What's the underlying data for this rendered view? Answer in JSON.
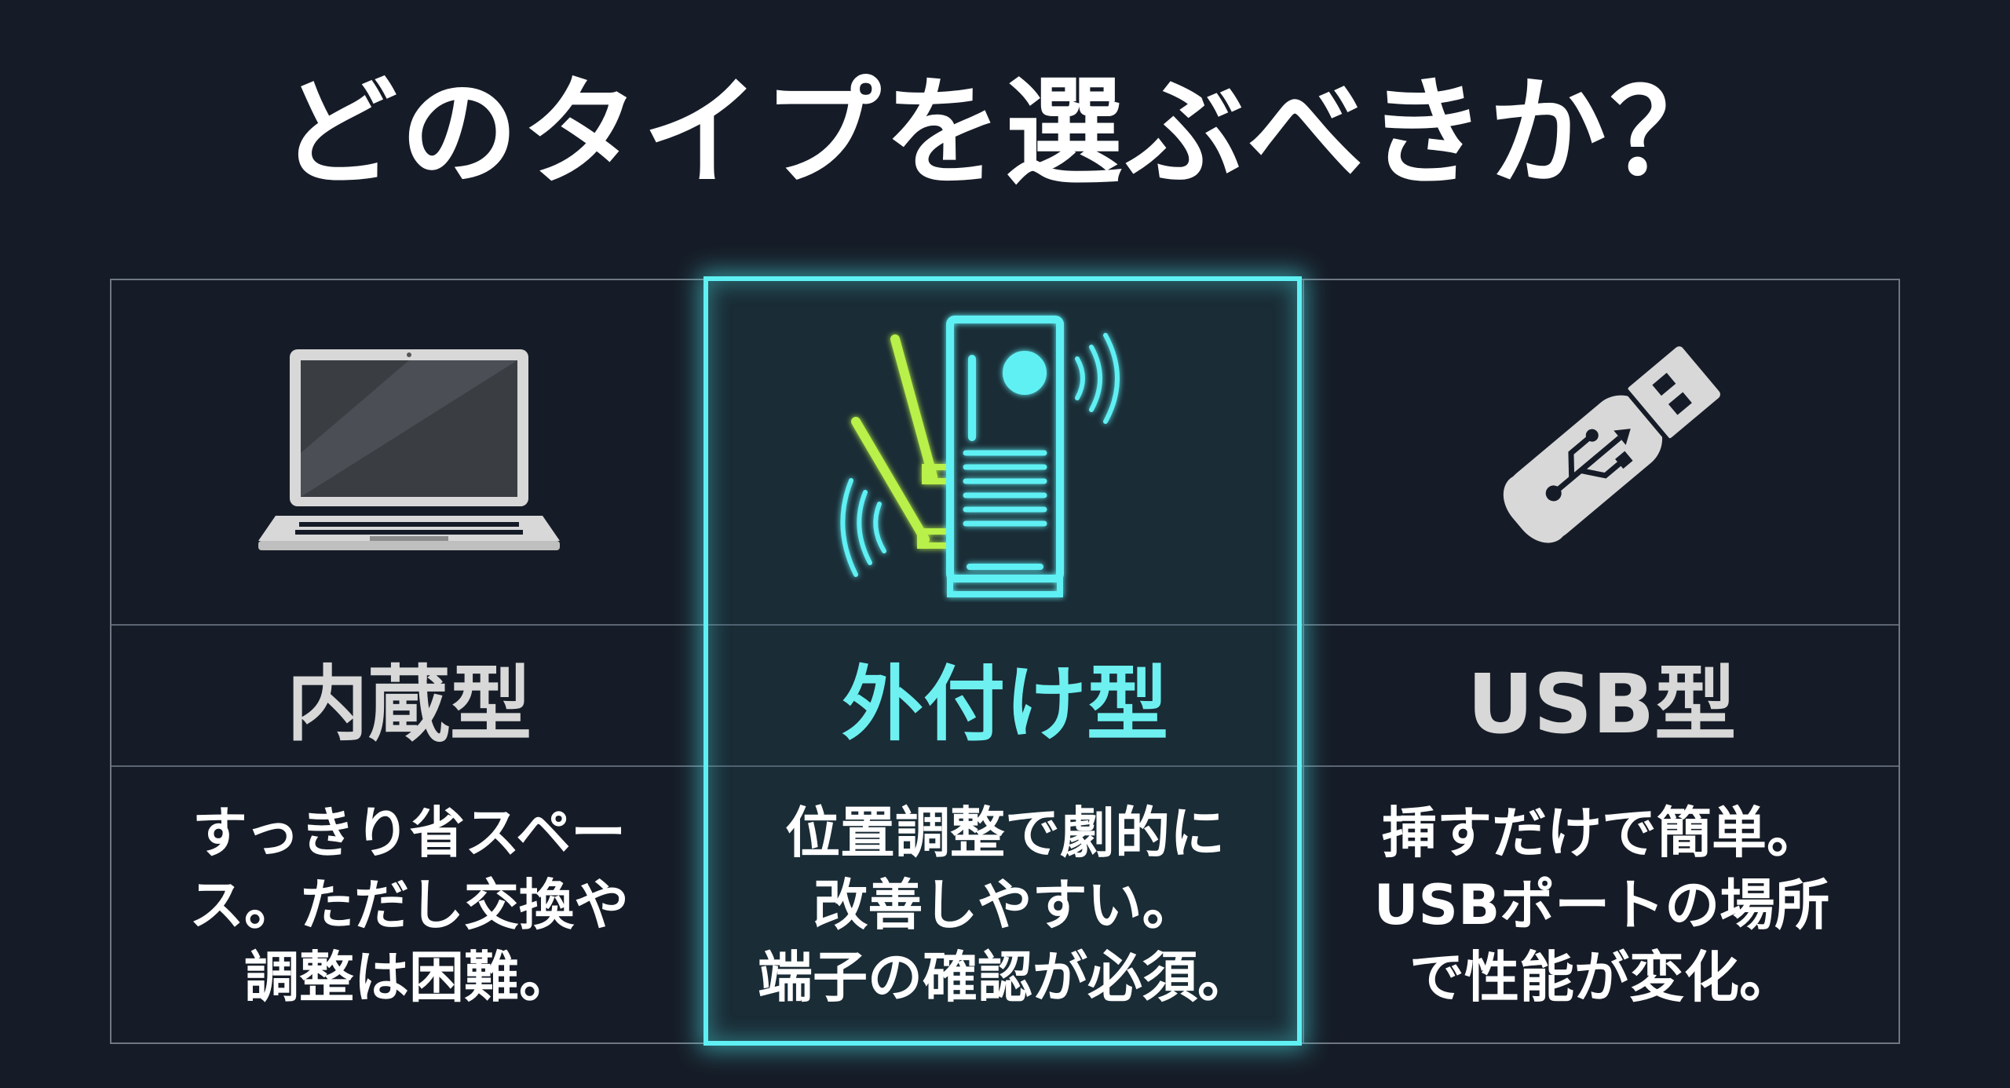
{
  "title": "どのタイプを選ぶべきか？",
  "columns": [
    {
      "icon": "laptop-icon",
      "name": "内蔵型",
      "description": "すっきり省スペー\nス。ただし交換や\n調整は困難。"
    },
    {
      "icon": "external-wifi-adapter-icon",
      "name": "外付け型",
      "description": "位置調整で劇的に\n改善しやすい。\n端子の確認が必須。",
      "highlighted": true
    },
    {
      "icon": "usb-stick-icon",
      "name": "USB型",
      "description": "挿すだけで簡単。\nUSBポートの場所\nで性能が変化。"
    }
  ],
  "colors": {
    "background": "#161c27",
    "highlight": "#5ff0f4",
    "antenna": "#b9f04a",
    "icon_gray": "#d8d8d8"
  }
}
